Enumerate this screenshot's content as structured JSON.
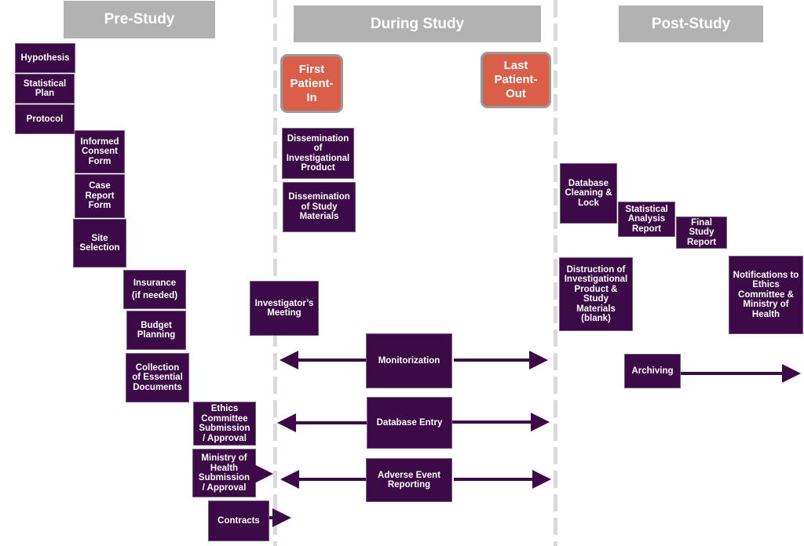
{
  "phases": {
    "pre": "Pre-Study",
    "during": "During Study",
    "post": "Post-Study"
  },
  "milestones": {
    "first": "First\nPatient-\nIn",
    "last": "Last\nPatient-\nOut"
  },
  "pre_study": {
    "hypothesis": "Hypothesis",
    "statistical_plan": "Statistical\nPlan",
    "protocol": "Protocol",
    "informed_consent": "Informed\nConsent\nForm",
    "case_report": "Case\nReport\nForm",
    "site_selection": "Site\nSelection",
    "insurance": "Insurance\n\n(if needed)",
    "budget": "Budget\nPlanning",
    "essential_docs": "Collection\nof Essential\nDocuments",
    "ethics": "Ethics\nCommittee\nSubmission\n/ Approval",
    "ministry": "Ministry of\nHealth\nSubmission\n/ Approval",
    "contracts": "Contracts"
  },
  "during_study": {
    "investigators_meeting": "Investigator’s\nMeeting",
    "dissemination_product": "Dissemination\nof\nInvestigational\nProduct",
    "dissemination_materials": "Dissemination\nof Study\nMaterials",
    "monitorization": "Monitorization",
    "database_entry": "Database Entry",
    "adverse_event": "Adverse Event\nReporting"
  },
  "post_study": {
    "db_cleaning": "Database\nCleaning &\nLock",
    "stat_report": "Statistical\nAnalysis\nReport",
    "final_report": "Final\nStudy\nReport",
    "destruction": "Distruction of\nInvestigational\nProduct &\nStudy\nMaterials\n(blank)",
    "notifications": "Notifications to\nEthics\nCommittee &\nMinistry of\nHealth",
    "archiving": "Archiving"
  },
  "colors": {
    "box": "#3c0a47",
    "milestone": "#d95f48",
    "phase_header": "#b2b2b2",
    "divider": "#d9d9d9"
  }
}
